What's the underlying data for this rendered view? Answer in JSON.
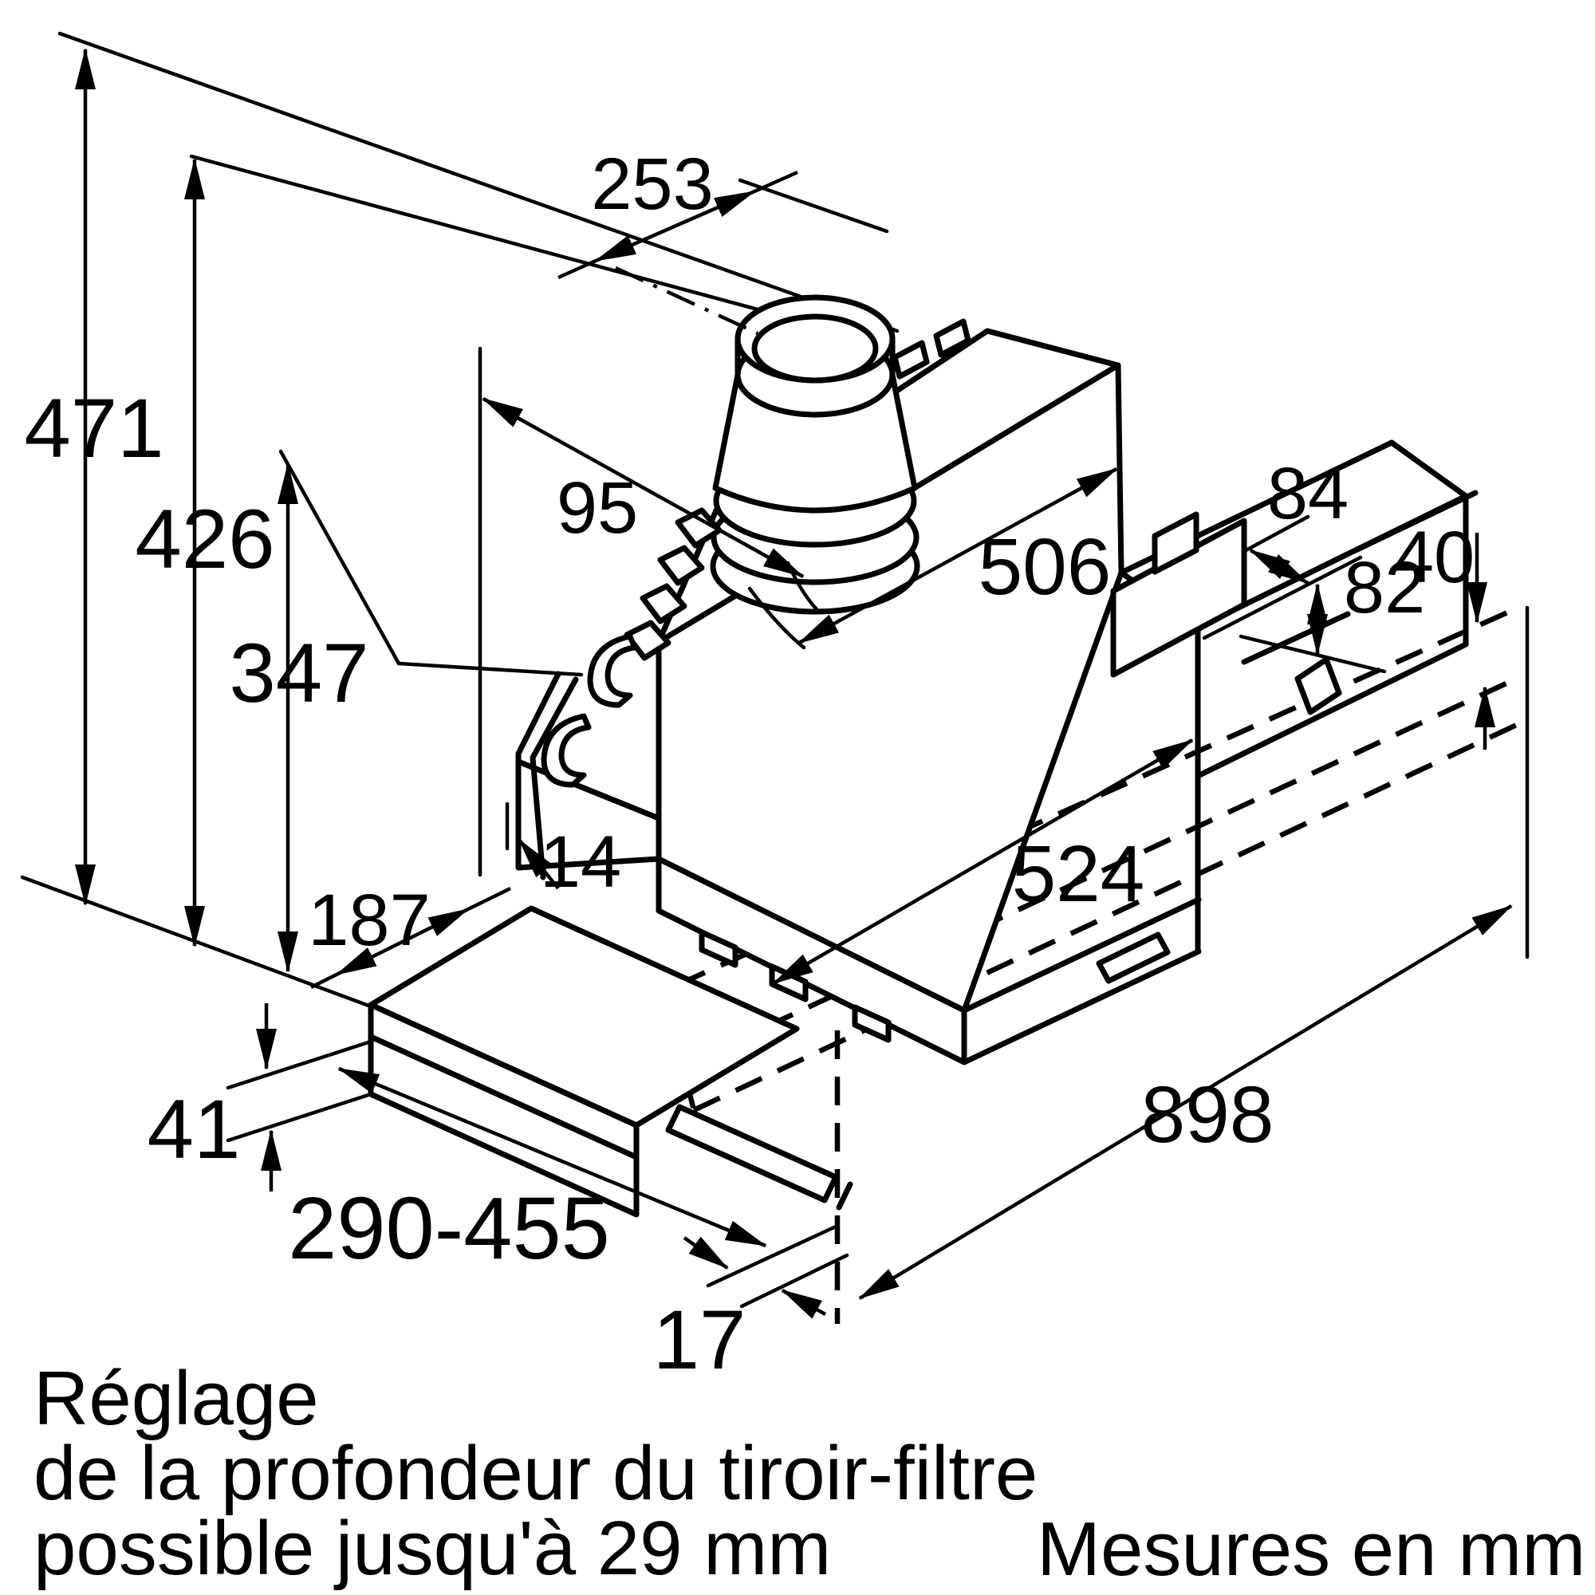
{
  "page": {
    "background_color": "#ffffff",
    "line_color": "#000000",
    "type": "appliance installation dimension drawing",
    "subject": "telescopic (pull-out) cooker hood"
  },
  "diagram": {
    "units_note": "Mesures en mm",
    "caption_lines": {
      "line1": "Réglage",
      "line2": "de la profondeur du tiroir-filtre",
      "line3": "possible jusqu'à 29 mm"
    },
    "dimensions": {
      "total_height": "471",
      "niche_height": "426",
      "lower_edge_height": "347",
      "duct_offset_rear": "253",
      "duct_offset_front": "95",
      "body_depth": "506",
      "bracket_width": "84",
      "bracket_height": "82",
      "rail_height": "40",
      "carriage_depth": "524",
      "front_gap": "14",
      "panel_offset": "187",
      "panel_height": "41",
      "drawer_depth_range": "290-455",
      "strip_thickness": "17",
      "total_width": "898"
    }
  }
}
